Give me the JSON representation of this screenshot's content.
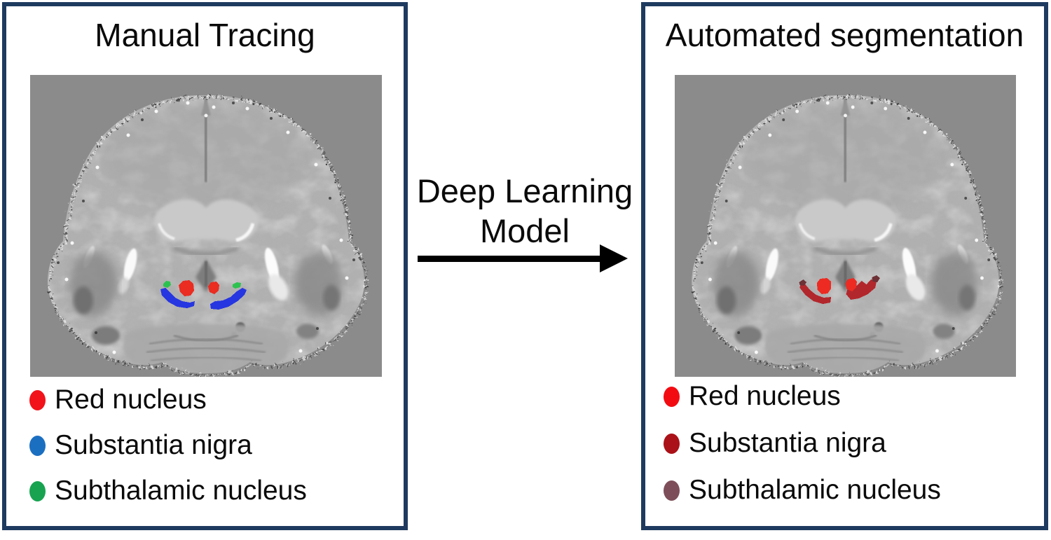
{
  "figure": {
    "left_panel": {
      "title": "Manual Tracing",
      "legend": [
        {
          "label": "Red nucleus",
          "color": "#f2121a"
        },
        {
          "label": "Substantia nigra",
          "color": "#1b6fc1"
        },
        {
          "label": "Subthalamic nucleus",
          "color": "#18a351"
        }
      ]
    },
    "center": {
      "line1": "Deep Learning",
      "line2": "Model"
    },
    "right_panel": {
      "title": "Automated segmentation",
      "legend": [
        {
          "label": "Red nucleus",
          "color": "#f20c12"
        },
        {
          "label": "Substantia nigra",
          "color": "#ab1118"
        },
        {
          "label": "Subthalamic nucleus",
          "color": "#7d4e59"
        }
      ]
    }
  },
  "colors": {
    "panel_border": "#1e3a5f",
    "arrow": "#000000",
    "mri_background": "#8b8b8b",
    "manual_overlay": {
      "red_nucleus": "#ea2c21",
      "substantia_nigra": "#2636e0",
      "subthalamic_nucleus": "#2dc24f"
    },
    "automated_overlay": {
      "red_nucleus": "#ed2b22",
      "substantia_nigra": "#b2272c",
      "subthalamic_nucleus": "#6d3136"
    }
  }
}
